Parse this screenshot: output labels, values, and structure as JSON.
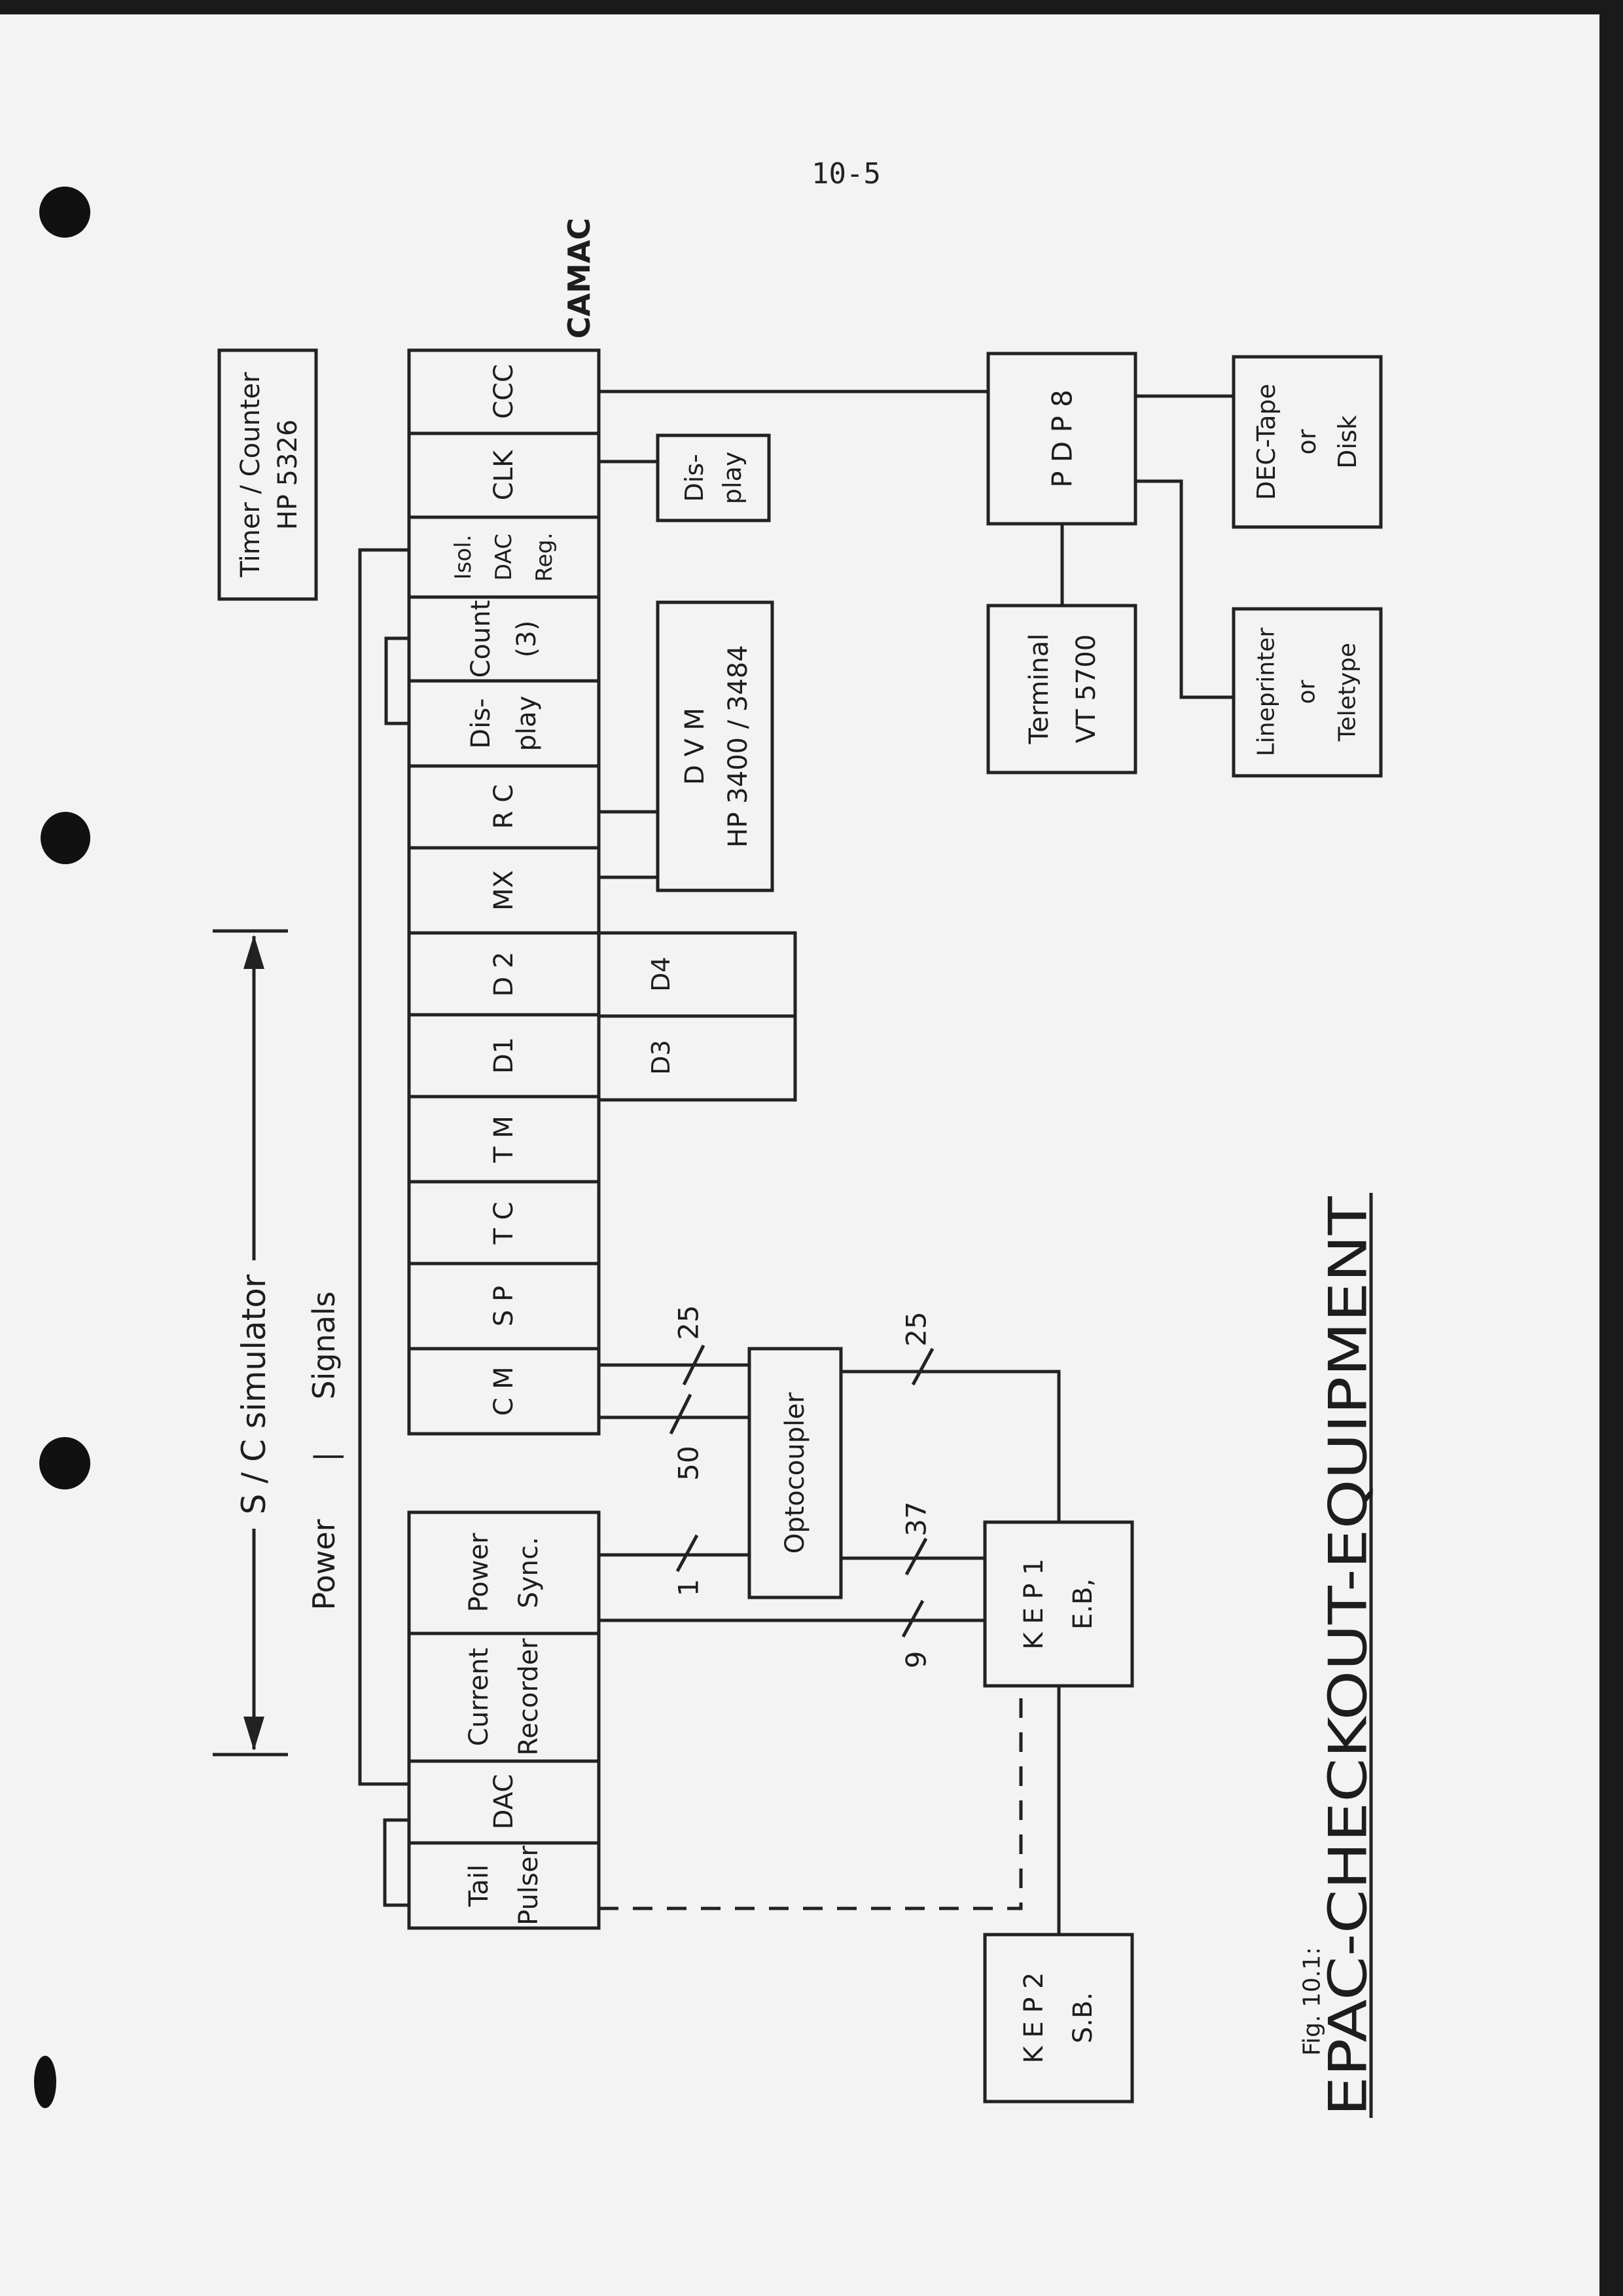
{
  "page_number": "10-5",
  "camac_label": "CAMAC",
  "sc_simulator_label": "S / C simulator",
  "power_label": "Power",
  "signals_label": "Signals",
  "separator": "|",
  "timer": {
    "line1": "Timer / Counter",
    "line2": "HP 5326"
  },
  "camac_modules": [
    {
      "lines": [
        "CCC"
      ]
    },
    {
      "lines": [
        "CLK"
      ]
    },
    {
      "lines": [
        "Isol.",
        "DAC",
        "Reg."
      ]
    },
    {
      "lines": [
        "Count",
        "(3)"
      ]
    },
    {
      "lines": [
        "Dis-",
        "play"
      ]
    },
    {
      "lines": [
        "R C"
      ]
    },
    {
      "lines": [
        "MX"
      ]
    },
    {
      "lines": [
        "D 2"
      ]
    },
    {
      "lines": [
        "D1"
      ]
    },
    {
      "lines": [
        "T M"
      ]
    },
    {
      "lines": [
        "T C"
      ]
    },
    {
      "lines": [
        "S P"
      ]
    },
    {
      "lines": [
        "C M"
      ]
    }
  ],
  "sim_modules": [
    {
      "lines": [
        "Power",
        "Sync."
      ]
    },
    {
      "lines": [
        "Current",
        "Recorder"
      ]
    },
    {
      "lines": [
        "DAC"
      ]
    },
    {
      "lines": [
        "Tail",
        "Pulser"
      ]
    }
  ],
  "d4_label": "D4",
  "d3_label": "D3",
  "display_box": {
    "lines": [
      "Dis-",
      "play"
    ]
  },
  "dvm": {
    "line1": "D V M",
    "line2": "HP 3400 / 3484"
  },
  "pdp8": {
    "line1": "P D P 8"
  },
  "dectape": {
    "lines": [
      "DEC-Tape",
      "or",
      "Disk"
    ]
  },
  "terminal": {
    "line1": "Terminal",
    "line2": "VT 5700"
  },
  "lineprinter": {
    "lines": [
      "Lineprinter",
      "or",
      "Teletype"
    ]
  },
  "optocoupler_label": "Optocoupler",
  "kep1": {
    "line1": "K E P 1",
    "line2": "E.B,"
  },
  "kep2": {
    "line1": "K E P 2",
    "line2": "S.B."
  },
  "wire_counts": {
    "a": "25",
    "b": "50",
    "c": "25",
    "d": "1",
    "e": "37",
    "f": "9"
  },
  "fig_label": "Fig. 10.1:",
  "title": "EPAC-CHECKOUT-EQUIPMENT",
  "icons": [
    "left-arrow-icon",
    "right-arrow-icon"
  ]
}
